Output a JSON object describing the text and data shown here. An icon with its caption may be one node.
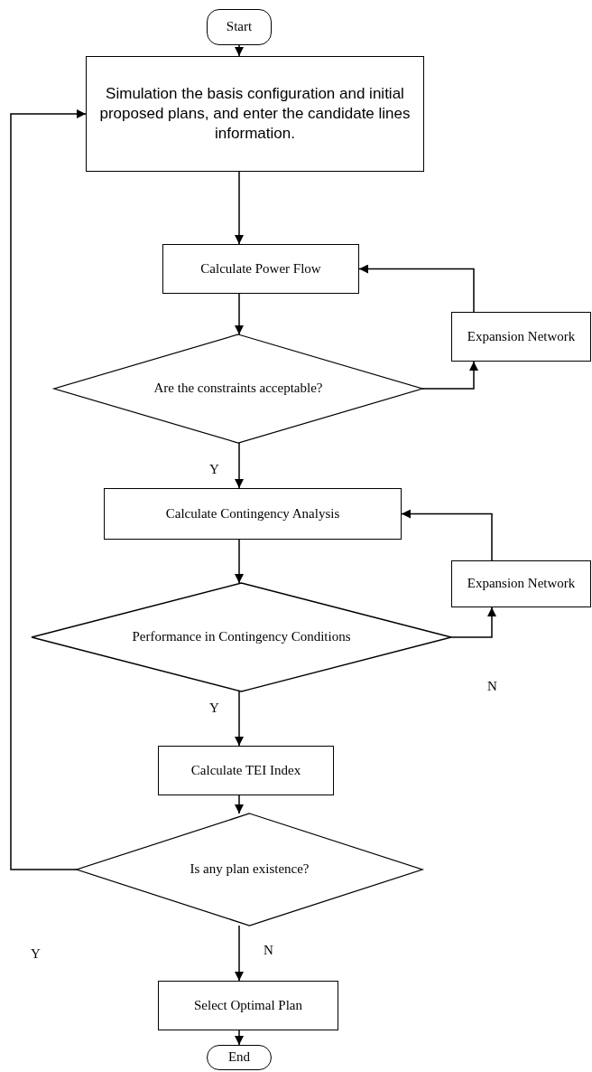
{
  "diagram": {
    "nodes": [
      {
        "text": [
          "Start"
        ]
      },
      {
        "text": [
          "Simulation the basis configuration and initial proposed plans, and enter the candidate lines information."
        ]
      },
      {
        "text": [
          "Calculate Power Flow"
        ]
      },
      {
        "text": [
          "Expansion Network"
        ]
      },
      {
        "text": [
          "Are the constraints acceptable?"
        ]
      },
      {
        "text": [
          "Calculate Contingency Analysis"
        ]
      },
      {
        "text": [
          "Expansion Network"
        ]
      },
      {
        "text": [
          "Performance in Contingency Conditions"
        ]
      },
      {
        "text": [
          "Calculate TEI Index"
        ]
      },
      {
        "text": [
          "Is any plan existence?"
        ]
      },
      {
        "text": [
          "Select Optimal Plan"
        ]
      },
      {
        "text": [
          "End"
        ]
      }
    ],
    "edges": [
      {
        "from": 0,
        "to": 1,
        "arrow": "to"
      },
      {
        "from": 1,
        "to": 2,
        "arrow": "to"
      },
      {
        "from": 2,
        "to": 4,
        "arrow": "to"
      },
      {
        "from": 4,
        "to": 3,
        "arrow": "to"
      },
      {
        "from": 3,
        "to": 2,
        "arrow": "to"
      },
      {
        "from": 4,
        "to": 5,
        "arrow": "to",
        "label": "Y"
      },
      {
        "from": 5,
        "to": 7,
        "arrow": "to"
      },
      {
        "from": 7,
        "to": 6,
        "arrow": "to"
      },
      {
        "from": 6,
        "to": 5,
        "arrow": "to"
      },
      {
        "from": 7,
        "to": 8,
        "arrow": "to",
        "label": "Y"
      },
      {
        "from": 8,
        "to": 9,
        "arrow": "to"
      },
      {
        "from": 9,
        "to": 1,
        "arrow": "to"
      },
      {
        "from": 9,
        "to": 10,
        "arrow": "to",
        "label": "N"
      },
      {
        "from": 10,
        "to": 11,
        "arrow": "to"
      }
    ],
    "labels": [
      "N",
      "Y"
    ]
  }
}
